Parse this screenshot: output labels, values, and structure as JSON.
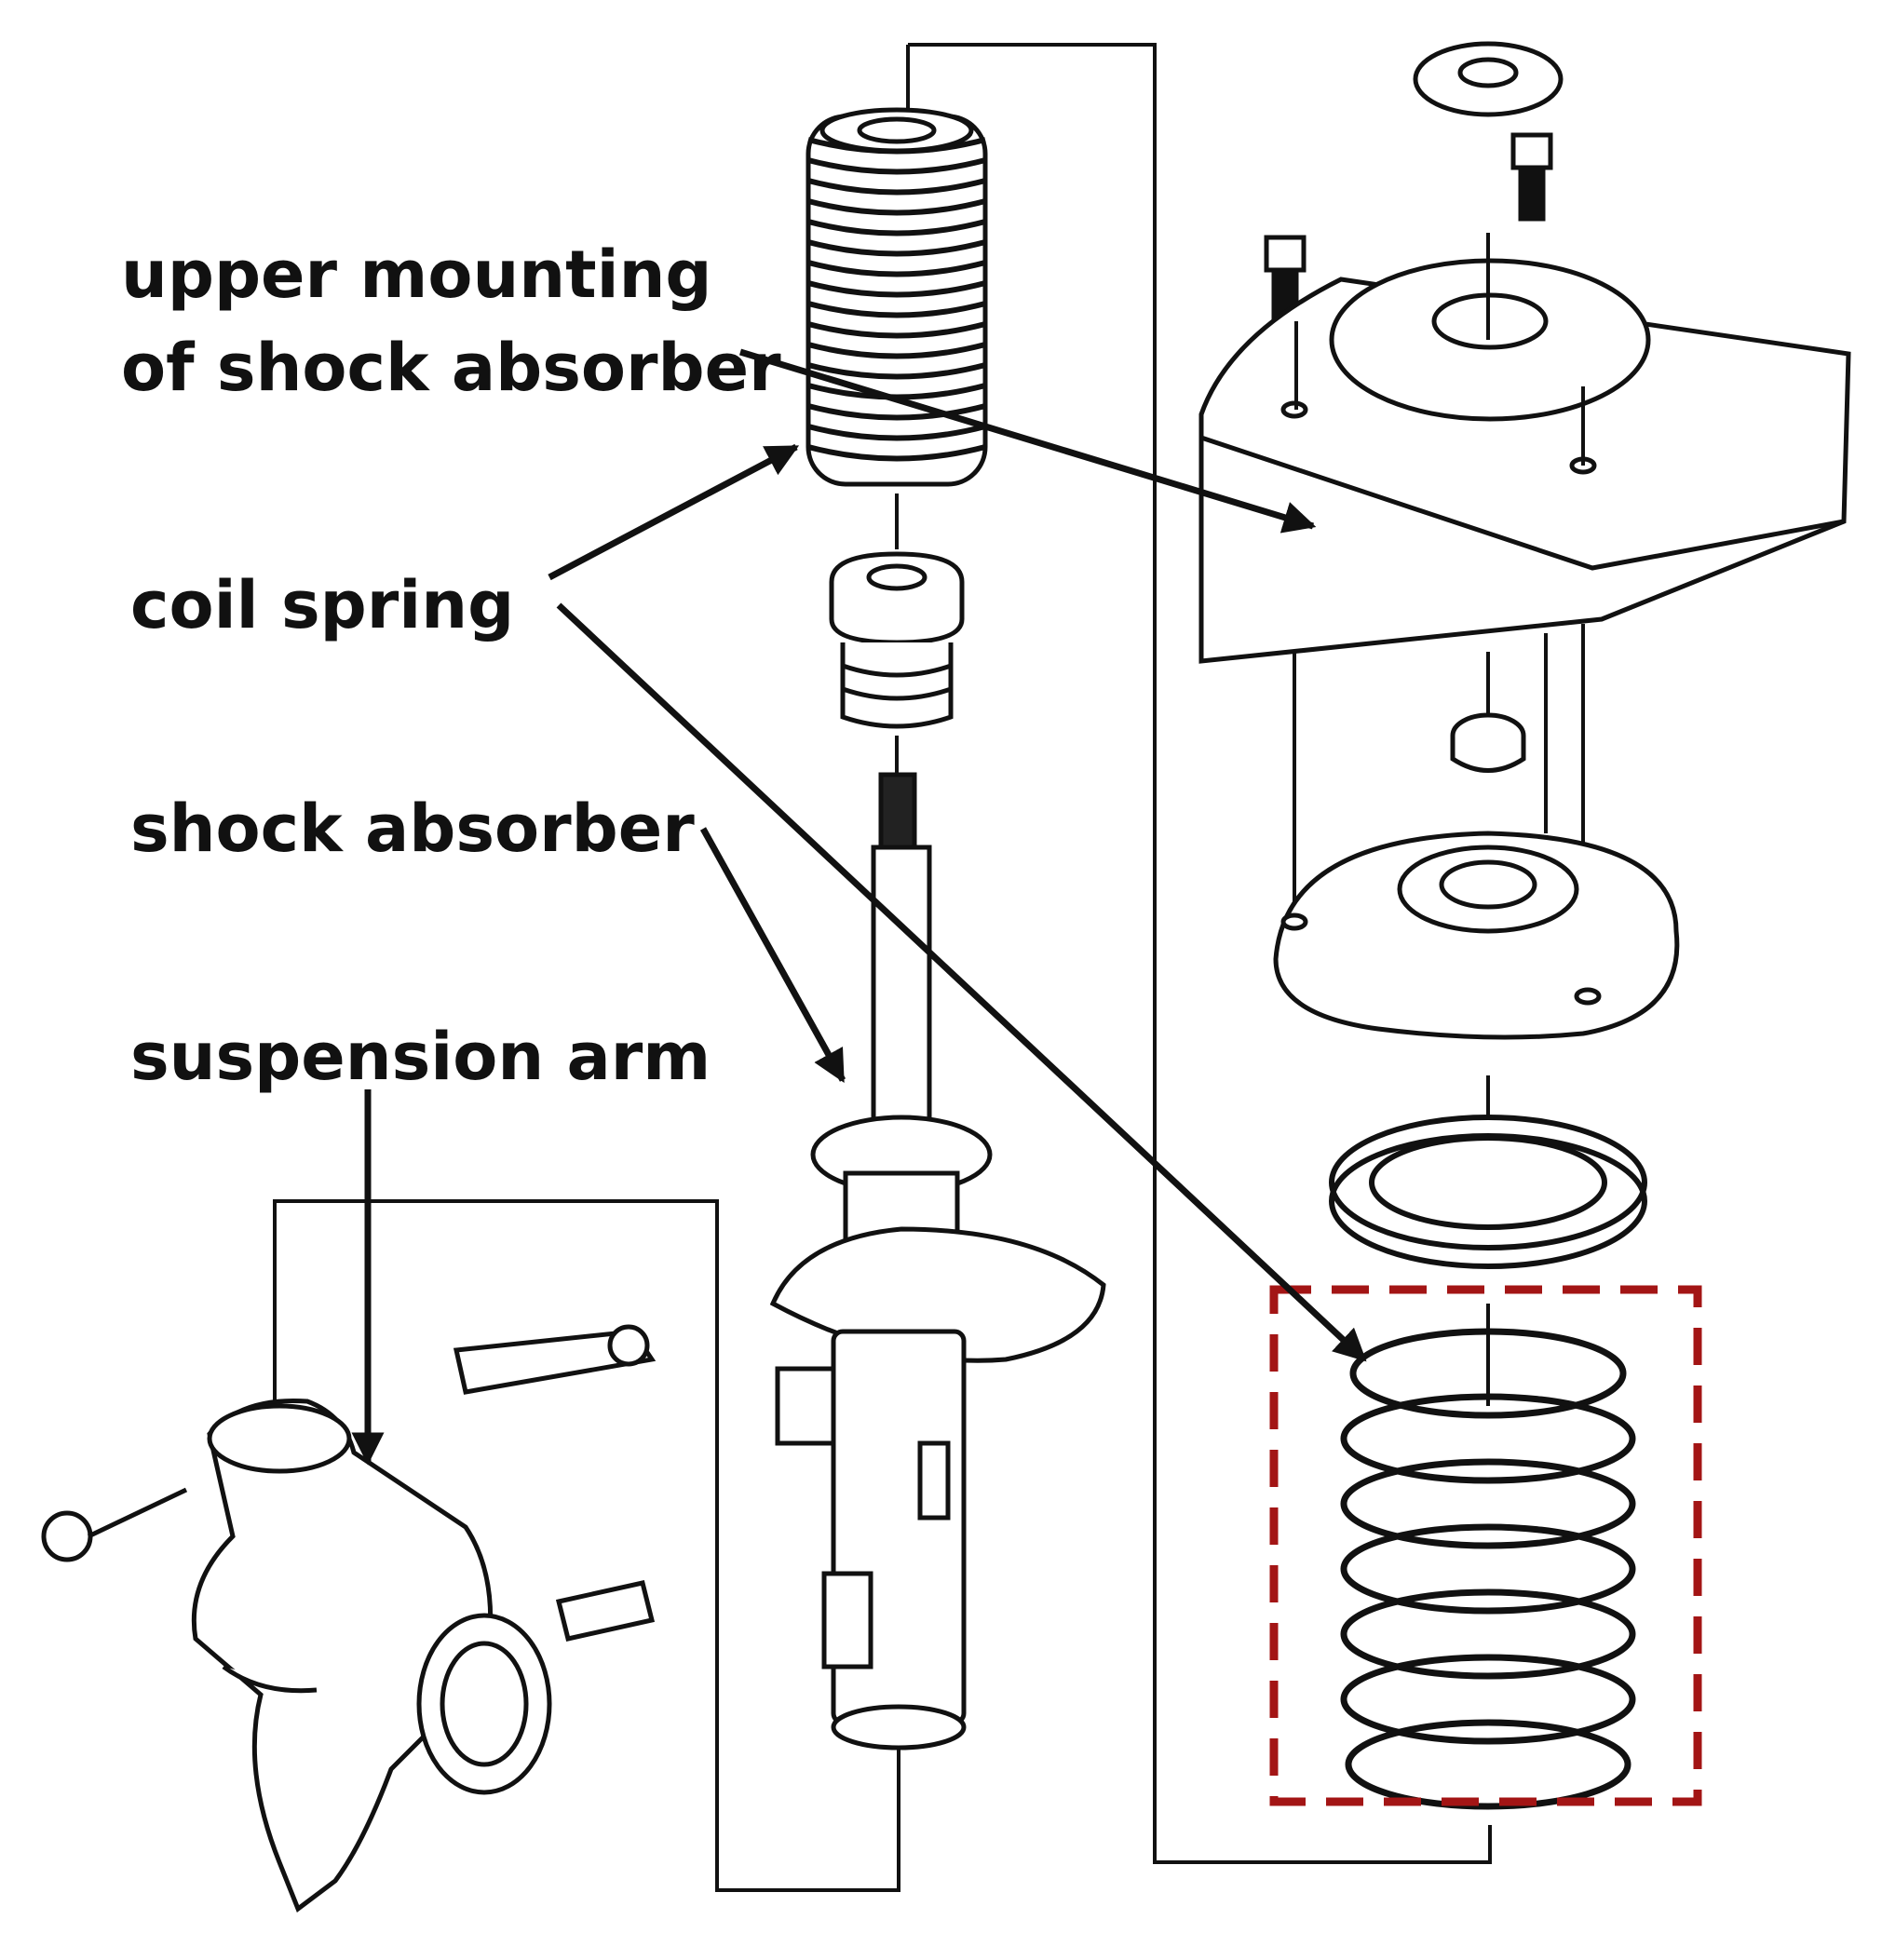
{
  "labels": {
    "upper_mounting_line1": "upper mounting",
    "upper_mounting_line2": "of shock absorber",
    "coil_spring": "coil spring",
    "shock_absorber": "shock absorber",
    "suspension_arm": "suspension arm"
  },
  "colors": {
    "line": "#111111",
    "highlight_box": "#a31515",
    "background": "#ffffff"
  },
  "highlight": {
    "style": "dashed",
    "target": "coil spring"
  }
}
